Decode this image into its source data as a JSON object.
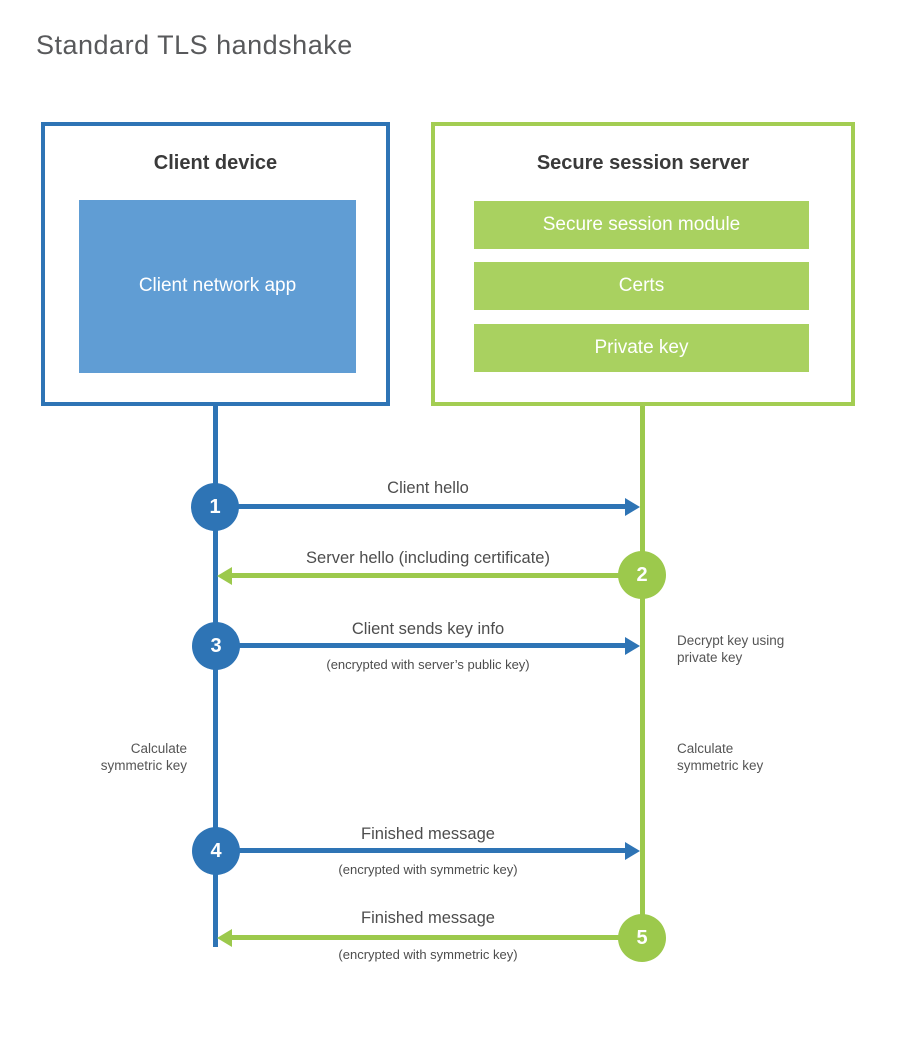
{
  "title": "Standard TLS handshake",
  "colors": {
    "blue": "#2e74b5",
    "blue_light": "#609dd4",
    "green": "#9cc94c",
    "green_light": "#a9d160",
    "label_text": "#4d4d4d",
    "heading_text": "#3a3a3a"
  },
  "client": {
    "title": "Client device",
    "app_label": "Client network app"
  },
  "server": {
    "title": "Secure session server",
    "modules": [
      {
        "label": "Secure session module"
      },
      {
        "label": "Certs"
      },
      {
        "label": "Private key"
      }
    ]
  },
  "messages": [
    {
      "num": "1",
      "from": "client",
      "direction": "right",
      "label": "Client hello",
      "sublabel": ""
    },
    {
      "num": "2",
      "from": "server",
      "direction": "left",
      "label": "Server hello (including certificate)",
      "sublabel": ""
    },
    {
      "num": "3",
      "from": "client",
      "direction": "right",
      "label": "Client sends key info",
      "sublabel": "(encrypted with server’s public key)"
    },
    {
      "num": "4",
      "from": "client",
      "direction": "right",
      "label": "Finished message",
      "sublabel": "(encrypted with symmetric key)"
    },
    {
      "num": "5",
      "from": "server",
      "direction": "left",
      "label": "Finished message",
      "sublabel": "(encrypted with symmetric key)"
    }
  ],
  "side_notes": {
    "decrypt": "Decrypt key using private key",
    "calc_left": "Calculate symmetric key",
    "calc_right": "Calculate symmetric key"
  }
}
